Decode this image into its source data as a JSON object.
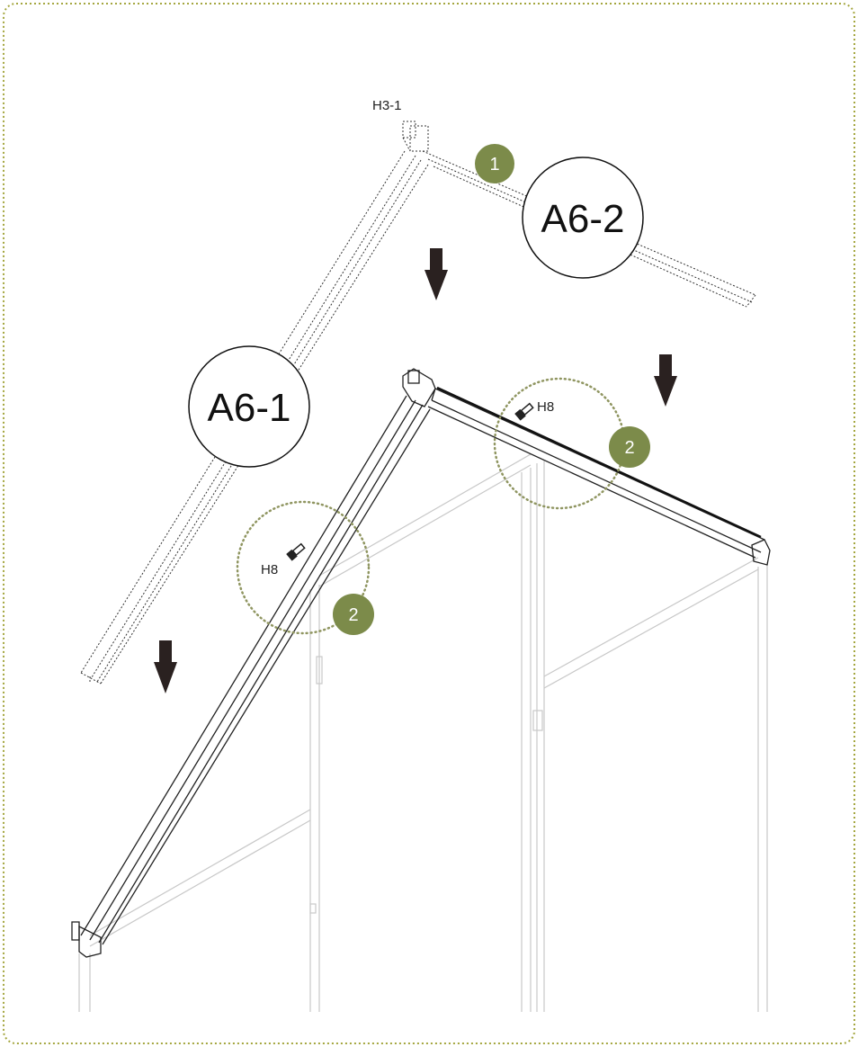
{
  "labels": {
    "h3_1": "H3-1",
    "a6_1": "A6-1",
    "a6_2": "A6-2",
    "h8_left": "H8",
    "h8_right": "H8"
  },
  "steps": {
    "step_1": "1",
    "step_2_left": "2",
    "step_2_right": "2"
  },
  "colors": {
    "frame_border": "#a4a63f",
    "step_badge": "#7c8b4a",
    "detail_circle": "#8f9560",
    "line": "#222222",
    "faint_line": "#c8c8c8",
    "arrow": "#2a2120"
  },
  "icons": {
    "screw": "screw-icon",
    "arrow": "down-arrow-icon"
  }
}
